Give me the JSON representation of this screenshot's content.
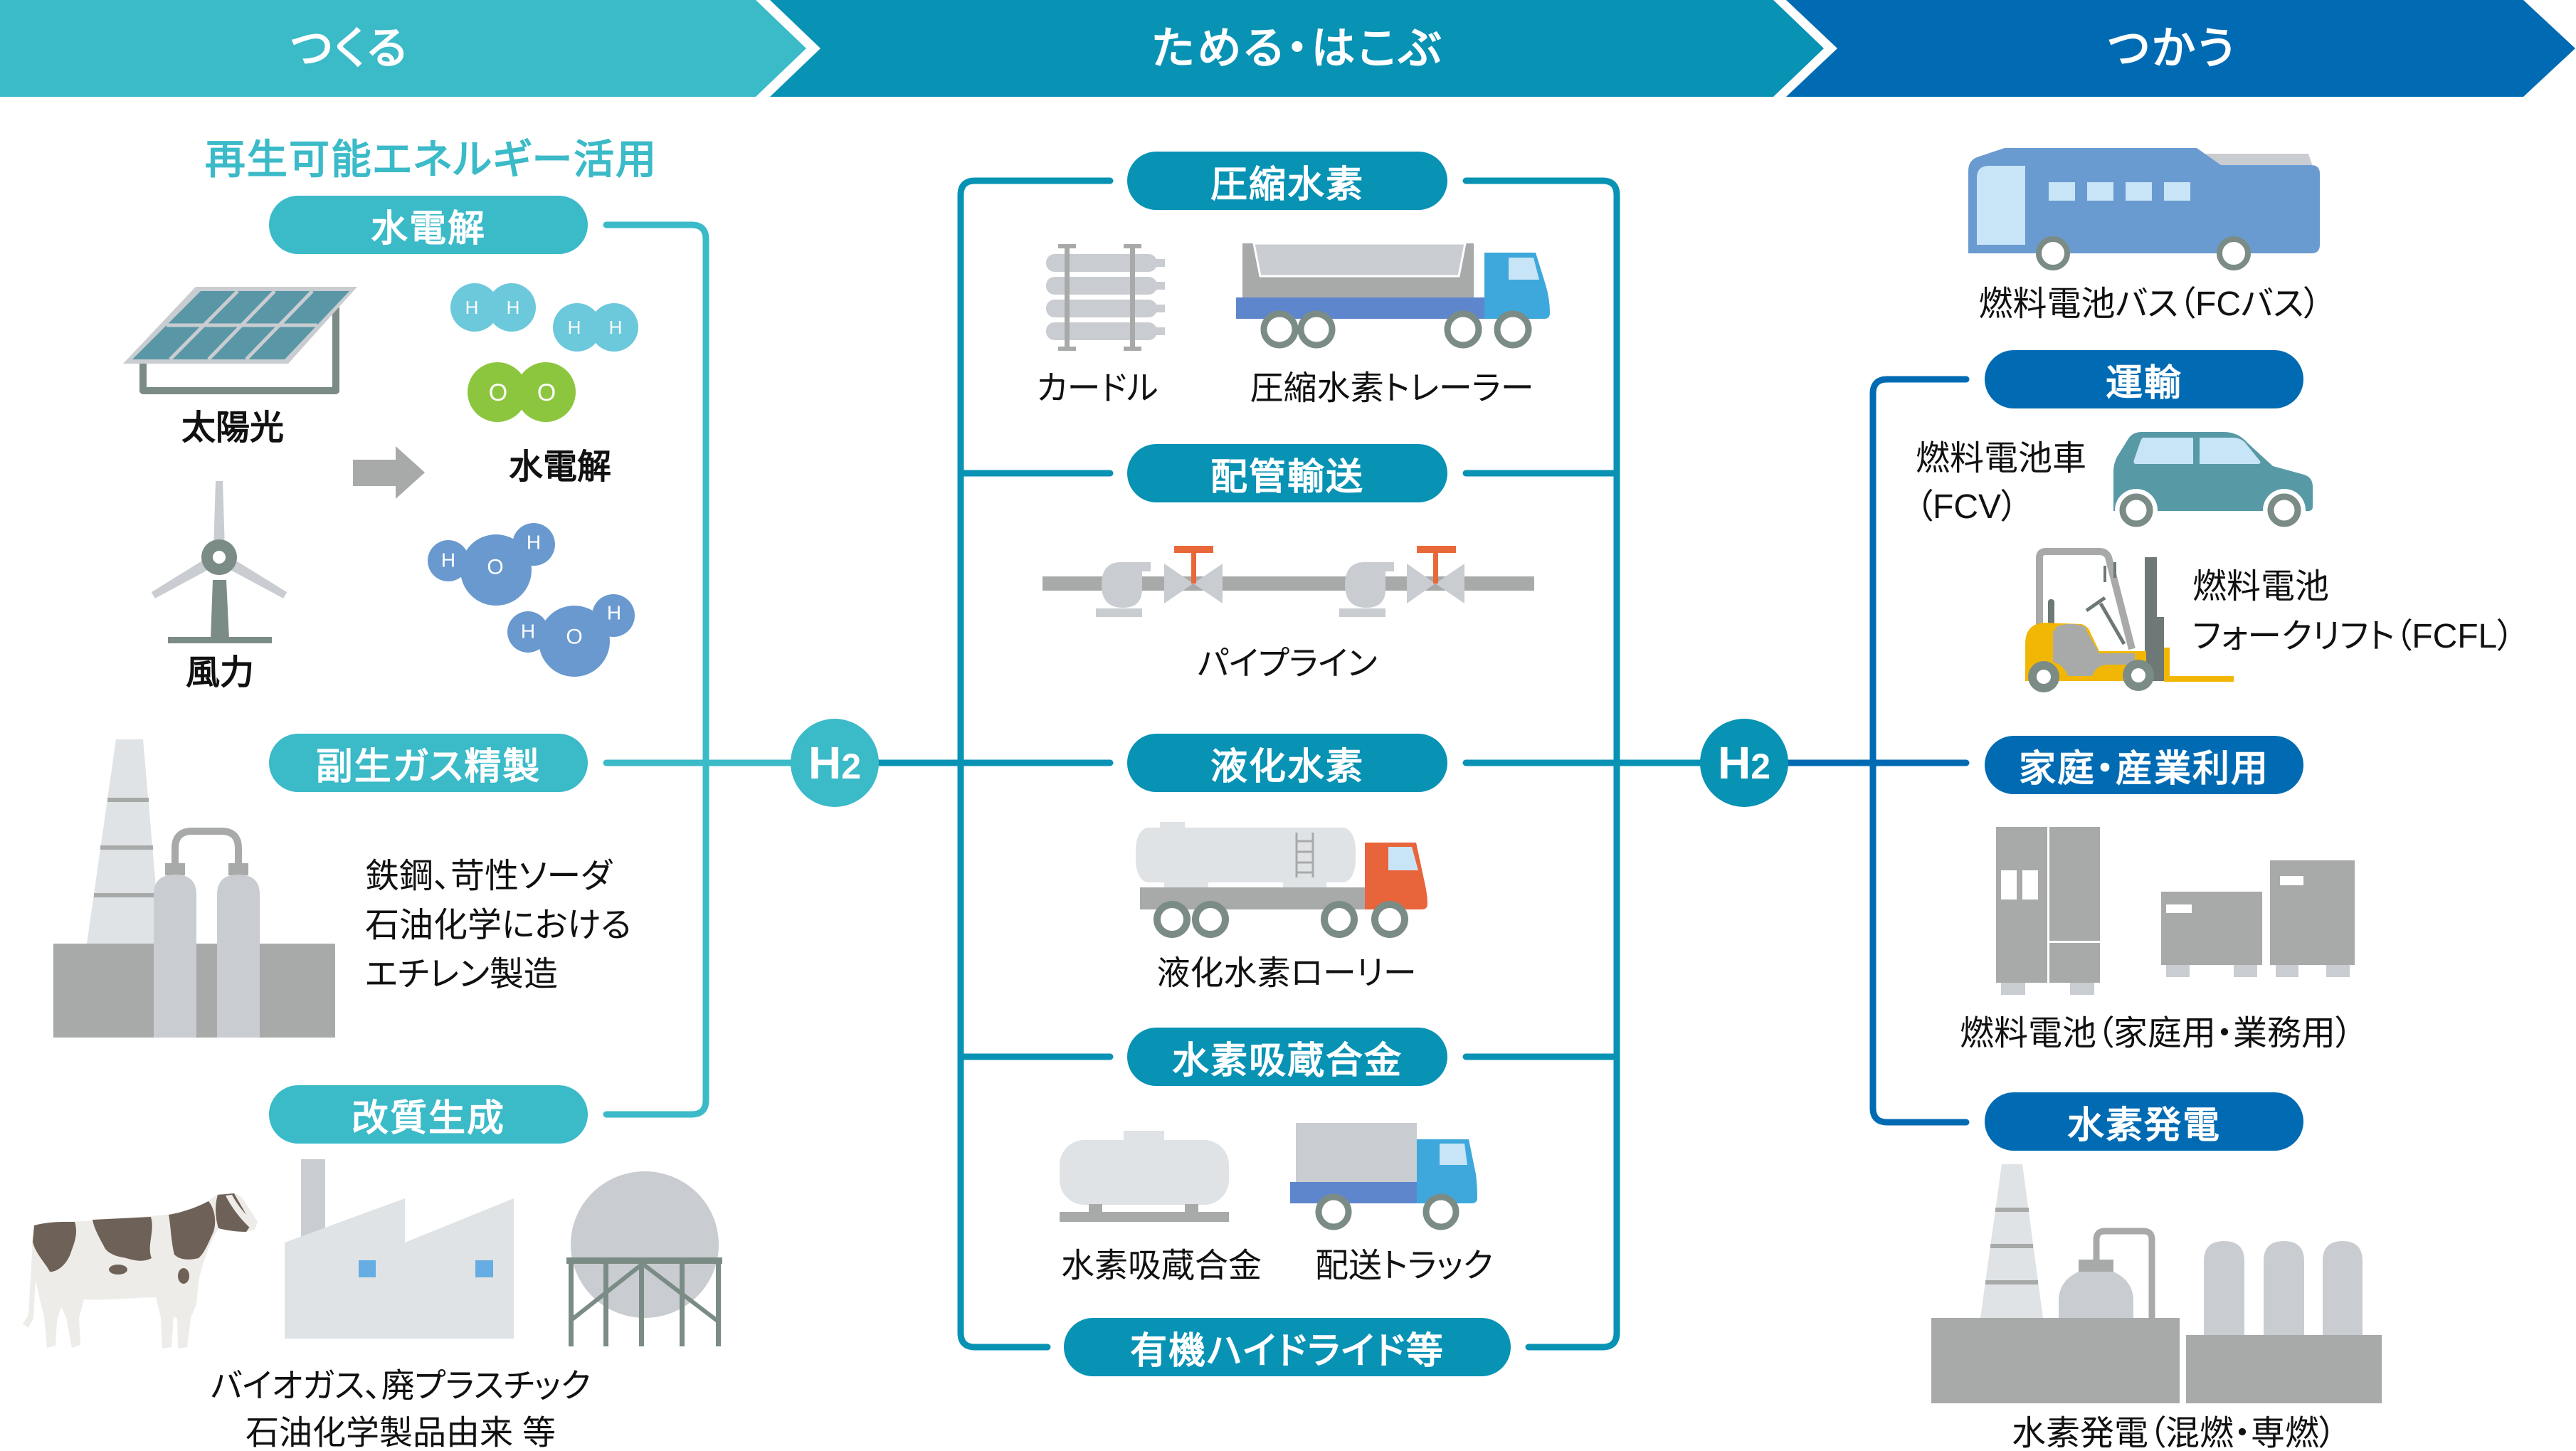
{
  "header": {
    "stages": [
      {
        "label": "つくる"
      },
      {
        "label": "ためる・はこぶ"
      },
      {
        "label": "つかう"
      }
    ]
  },
  "colors": {
    "produce": "#3bbac8",
    "store": "#0892b4",
    "use": "#006bb3"
  },
  "hydrogen": {
    "element": "H",
    "subscript": "2"
  },
  "produce": {
    "heading": "再生可能エネルギー活用",
    "methods": [
      {
        "label": "水電解"
      },
      {
        "label": "副生ガス精製"
      },
      {
        "label": "改質生成"
      }
    ],
    "electrolysis": {
      "sources": [
        {
          "label": "太陽光",
          "icon": "solar-panel"
        },
        {
          "label": "風力",
          "icon": "wind-turbine"
        }
      ],
      "process_label": "水電解",
      "molecule_atoms": {
        "hydrogen": "H",
        "oxygen": "O"
      }
    },
    "byproduct_description": [
      "鉄鋼、苛性ソーダ",
      "石油化学における",
      "エチレン製造"
    ],
    "reforming_description": [
      "バイオガス、廃プラスチック",
      "石油化学製品由来 等"
    ]
  },
  "store": {
    "methods": [
      {
        "label": "圧縮水素",
        "items": [
          {
            "label": "カードル",
            "icon": "gas-cylinder-bundle"
          },
          {
            "label": "圧縮水素トレーラー",
            "icon": "trailer-truck"
          }
        ]
      },
      {
        "label": "配管輸送",
        "items": [
          {
            "label": "パイプライン",
            "icon": "pipeline"
          }
        ]
      },
      {
        "label": "液化水素",
        "items": [
          {
            "label": "液化水素ローリー",
            "icon": "tank-lorry"
          }
        ]
      },
      {
        "label": "水素吸蔵合金",
        "items": [
          {
            "label": "水素吸蔵合金",
            "icon": "storage-tank"
          },
          {
            "label": "配送トラック",
            "icon": "delivery-truck"
          }
        ]
      },
      {
        "label": "有機ハイドライド等",
        "items": []
      }
    ]
  },
  "use": {
    "categories": [
      {
        "label": "運輸"
      },
      {
        "label": "家庭・産業利用"
      },
      {
        "label": "水素発電"
      }
    ],
    "transport": {
      "bus": "燃料電池バス（FCバス）",
      "car": [
        "燃料電池車",
        "（FCV）"
      ],
      "forklift": [
        "燃料電池",
        "フォークリフト（FCFL）"
      ]
    },
    "stationary": "燃料電池（家庭用・業務用）",
    "power": "水素発電（混燃・専燃）"
  }
}
